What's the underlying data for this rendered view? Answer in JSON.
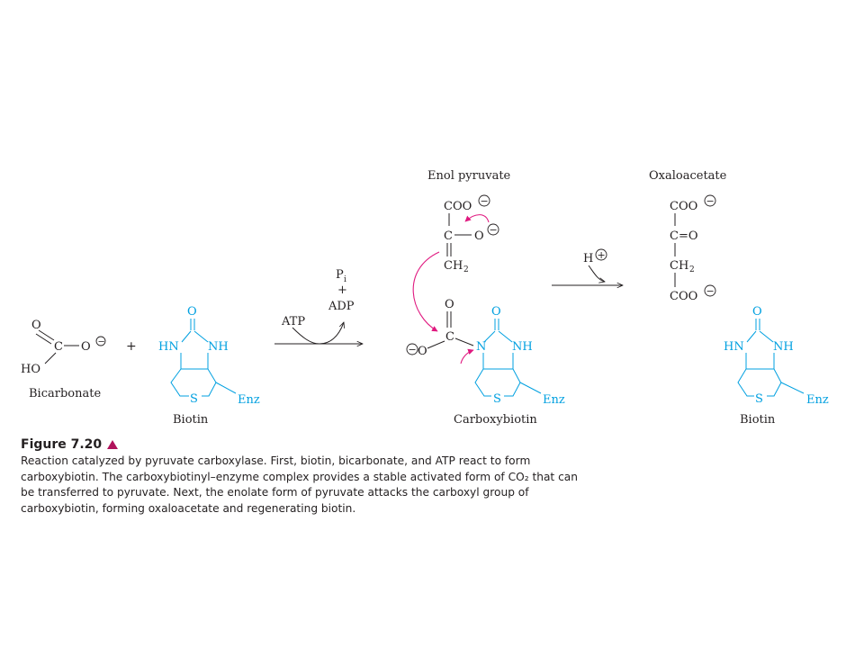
{
  "colors": {
    "ink": "#231f20",
    "blue": "#00a0e0",
    "magenta": "#e0187f",
    "accent": "#b0125b"
  },
  "labels": {
    "enol_pyruvate": "Enol pyruvate",
    "oxaloacetate": "Oxaloacetate",
    "bicarbonate": "Bicarbonate",
    "biotin_left": "Biotin",
    "carboxybiotin": "Carboxybiotin",
    "biotin_right": "Biotin"
  },
  "reagents": {
    "atp": "ATP",
    "pi": "P",
    "pi_sub": "i",
    "plus": "+",
    "adp": "ADP",
    "proton": "H",
    "plus_sign": "+"
  },
  "atoms": {
    "coo": "COO",
    "c_o": "C",
    "ch2": "CH",
    "ch2_sub": "2",
    "c_eq_o": "C=O",
    "o": "O",
    "c": "C",
    "ho": "HO",
    "hn": "HN",
    "nh": "NH",
    "n": "N",
    "s": "S",
    "enz": "Enz",
    "neg": "−"
  },
  "caption": {
    "title": "Figure 7.20",
    "body": "Reaction catalyzed by pyruvate carboxylase. First, biotin, bicarbonate, and ATP react to form carboxybiotin. The carboxybiotinyl–enzyme complex provides a stable activated form of CO₂ that can be transferred to pyruvate. Next, the enolate form of pyruvate attacks the carboxyl group of carboxybiotin, forming oxaloacetate and regenerating biotin."
  }
}
